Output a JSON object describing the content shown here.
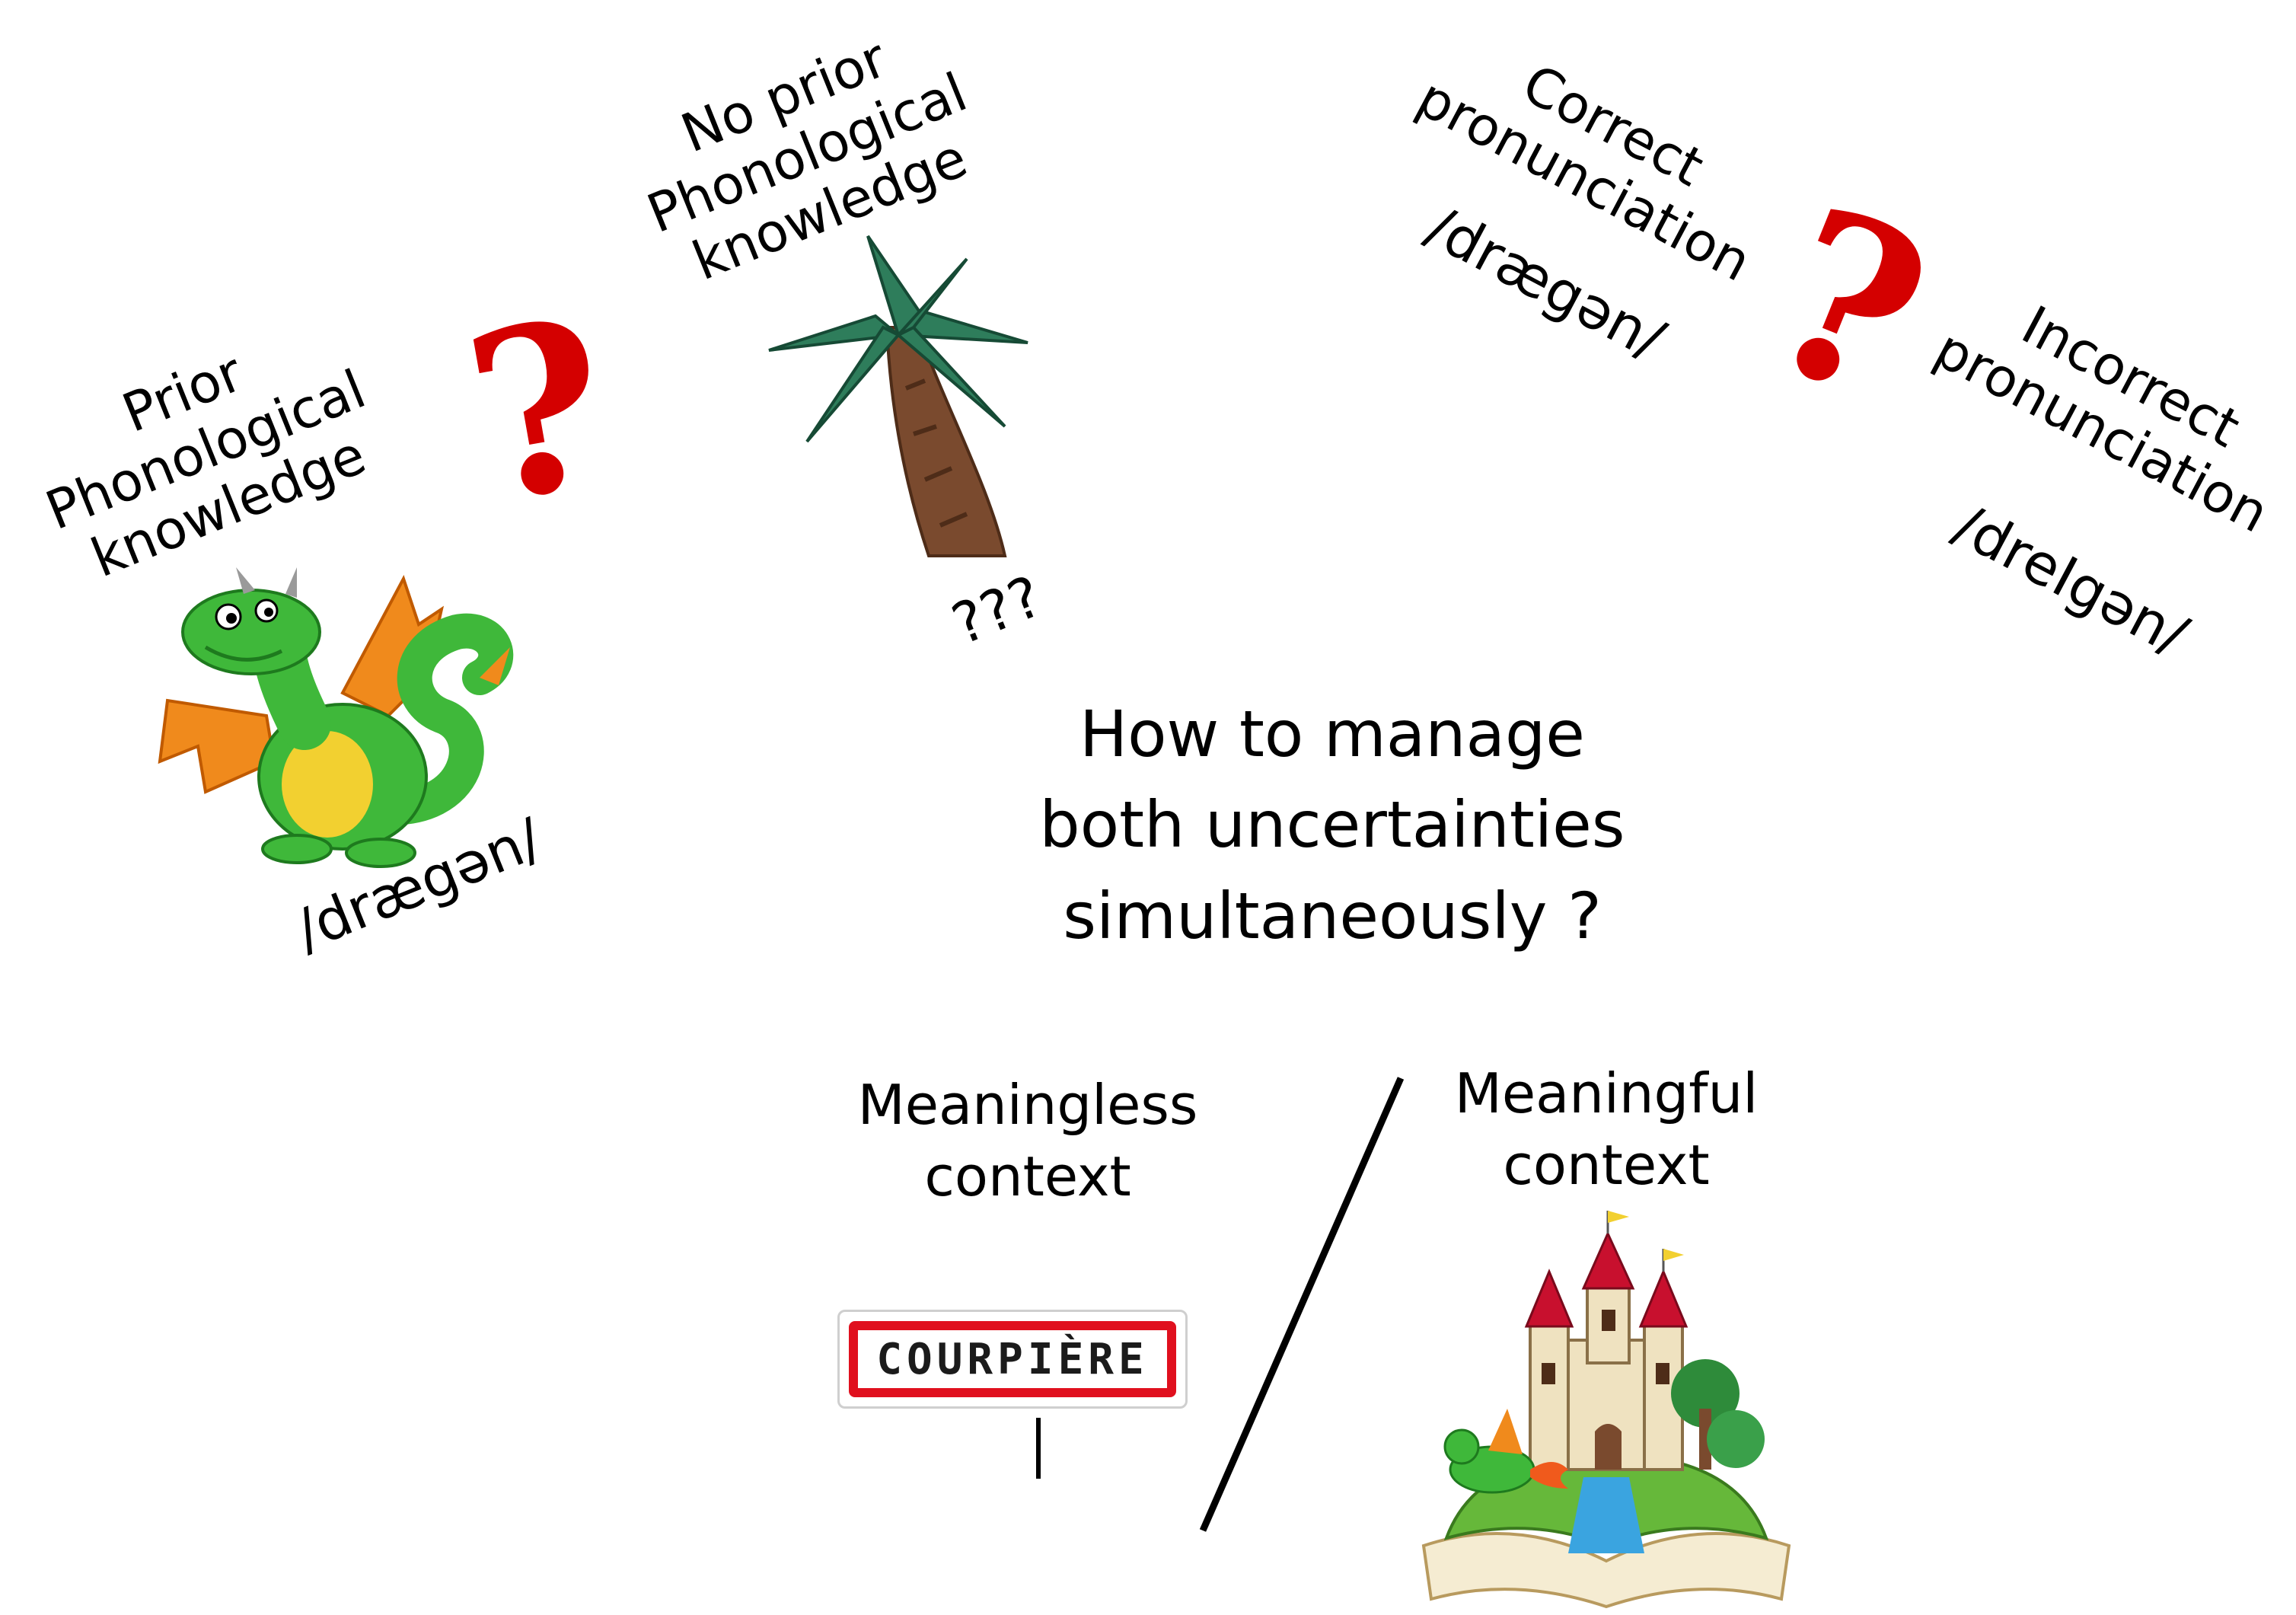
{
  "prior": {
    "title_lines": [
      "Prior",
      "Phonological",
      "knowledge"
    ],
    "ipa": "/drægən/"
  },
  "no_prior": {
    "title_lines": [
      "No prior",
      "Phonological",
      "knowledge"
    ],
    "unknown": "???"
  },
  "correct": {
    "title_lines": [
      "Correct",
      "pronunciation"
    ],
    "ipa": "/drægən/"
  },
  "incorrect": {
    "title_lines": [
      "Incorrect",
      "pronunciation"
    ],
    "ipa": "/dreIgən/"
  },
  "question_mark": "?",
  "central_question": {
    "lines": [
      "How to manage",
      "both uncertainties",
      "simultaneously ?"
    ]
  },
  "meaningless": {
    "title_lines": [
      "Meaningless",
      "context"
    ],
    "sign_text": "COURPIÈRE"
  },
  "meaningful": {
    "title_lines": [
      "Meaningful",
      "context"
    ]
  },
  "colors": {
    "question_red": "#d40000",
    "dragon_green": "#3fb83a",
    "wing_orange": "#f08a1c",
    "palm_leaf": "#2e7d5b",
    "palm_trunk": "#7a4a2e",
    "sign_red": "#e0101e"
  }
}
